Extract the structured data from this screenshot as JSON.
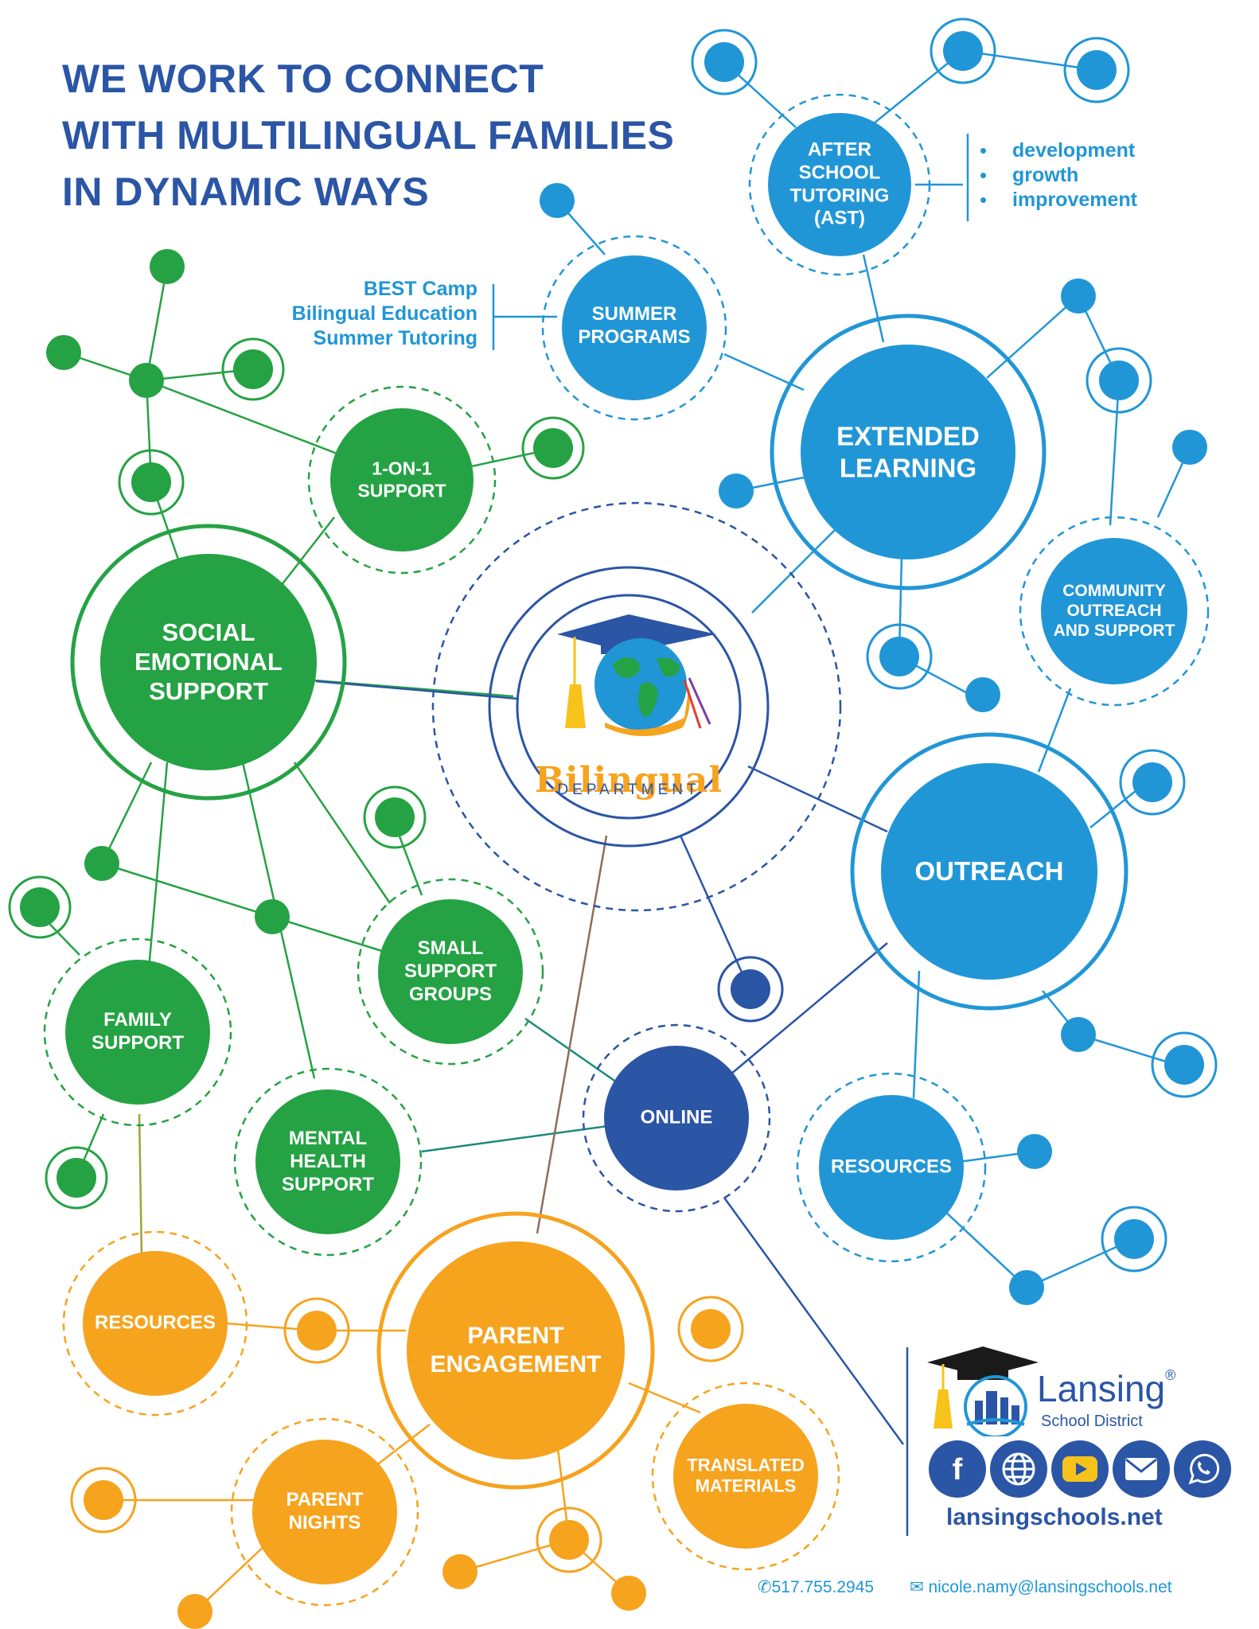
{
  "headline": [
    "WE WORK TO CONNECT",
    "WITH MULTILINGUAL FAMILIES",
    "IN DYNAMIC WAYS"
  ],
  "center_logo": {
    "word": "Bilingual",
    "sub": "DEPARTMENT"
  },
  "nodes": {
    "after_school": "AFTER\nSCHOOL\nTUTORING\n(AST)",
    "summer": "SUMMER\nPROGRAMS",
    "extended": "EXTENDED\nLEARNING",
    "one_on_one": "1-ON-1\nSUPPORT",
    "social_emotional": "SOCIAL\nEMOTIONAL\nSUPPORT",
    "community": "COMMUNITY\nOUTREACH\nAND SUPPORT",
    "outreach": "OUTREACH",
    "small_groups": "SMALL\nSUPPORT\nGROUPS",
    "family": "FAMILY\nSUPPORT",
    "online": "ONLINE",
    "mental_health": "MENTAL\nHEALTH\nSUPPORT",
    "resources_blue": "RESOURCES",
    "resources_orange": "RESOURCES",
    "parent_engagement": "PARENT\nENGAGEMENT",
    "translated": "TRANSLATED\nMATERIALS",
    "parent_nights": "PARENT\nNIGHTS"
  },
  "ast_list": [
    "development",
    "growth",
    "improvement"
  ],
  "summer_list": [
    "BEST Camp",
    "Bilingual Education",
    "Summer Tutoring"
  ],
  "district": {
    "name": "Lansing",
    "mark": "®",
    "sub": "School District",
    "website": "lansingschools.net"
  },
  "social_icons": [
    "facebook-icon",
    "globe-icon",
    "youtube-icon",
    "mail-icon",
    "whatsapp-icon"
  ],
  "contact": {
    "phone": "517.755.2945",
    "email": "nicole.namy@lansingschools.net"
  },
  "colors": {
    "green": "#25a244",
    "blue": "#2196d6",
    "navy": "#2b55a5",
    "orange": "#f6a31e"
  }
}
